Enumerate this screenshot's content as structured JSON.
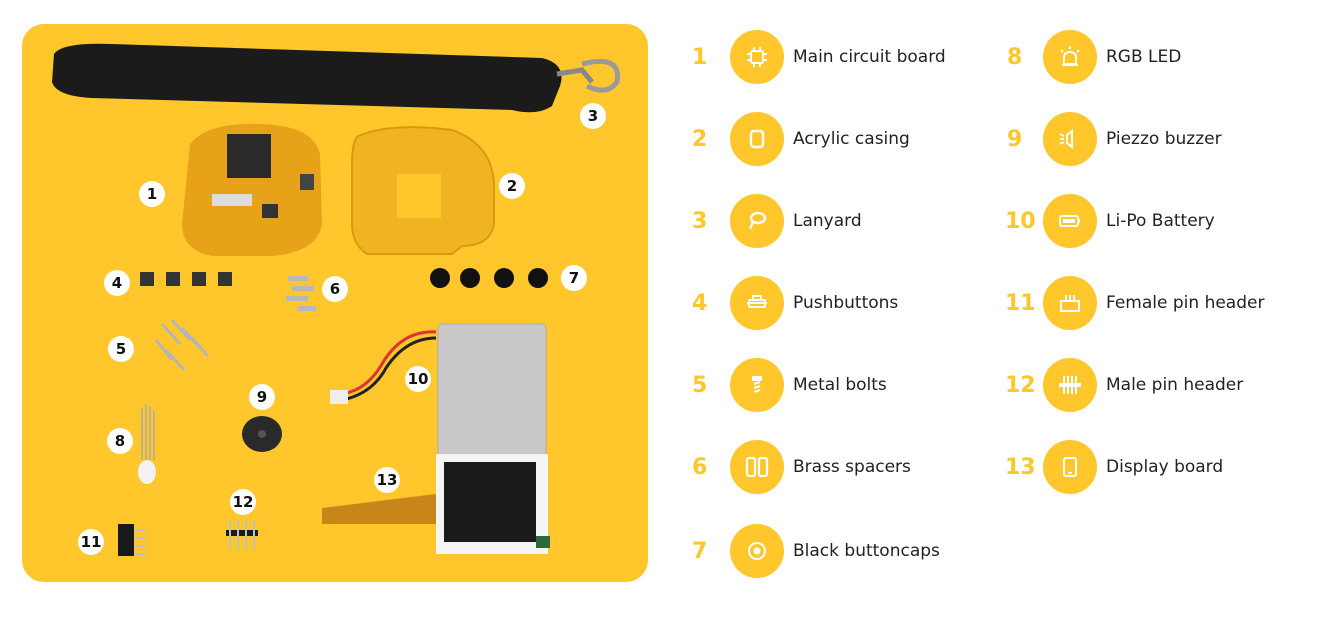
{
  "colors": {
    "accent": "#ffc72c",
    "marker_bg": "#ffffff",
    "text": "#222222"
  },
  "photo_markers": [
    "1",
    "2",
    "3",
    "4",
    "5",
    "6",
    "7",
    "8",
    "9",
    "10",
    "11",
    "12",
    "13"
  ],
  "legend": [
    {
      "num": "1",
      "label": "Main circuit board",
      "icon": "chip-icon"
    },
    {
      "num": "2",
      "label": "Acrylic casing",
      "icon": "casing-icon"
    },
    {
      "num": "3",
      "label": "Lanyard",
      "icon": "lanyard-icon"
    },
    {
      "num": "4",
      "label": "Pushbuttons",
      "icon": "pushbutton-icon"
    },
    {
      "num": "5",
      "label": "Metal bolts",
      "icon": "bolt-icon"
    },
    {
      "num": "6",
      "label": "Brass spacers",
      "icon": "spacer-icon"
    },
    {
      "num": "7",
      "label": "Black buttoncaps",
      "icon": "buttoncap-icon"
    },
    {
      "num": "8",
      "label": "RGB LED",
      "icon": "led-icon"
    },
    {
      "num": "9",
      "label": "Piezzo buzzer",
      "icon": "buzzer-icon"
    },
    {
      "num": "10",
      "label": "Li-Po Battery",
      "icon": "battery-icon"
    },
    {
      "num": "11",
      "label": "Female pin header",
      "icon": "female-header-icon"
    },
    {
      "num": "12",
      "label": "Male pin header",
      "icon": "male-header-icon"
    },
    {
      "num": "13",
      "label": "Display board",
      "icon": "display-icon"
    }
  ]
}
